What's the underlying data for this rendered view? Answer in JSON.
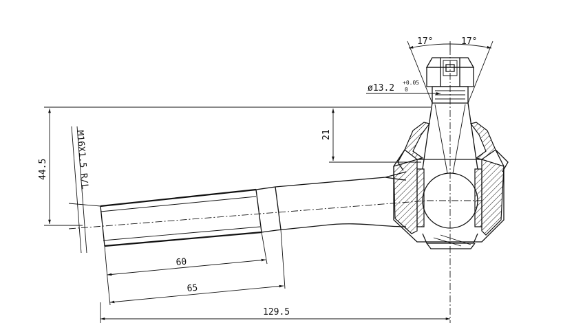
{
  "dimensions": {
    "angle_left": "17°",
    "angle_right": "17°",
    "taper_diameter": "ø13.2",
    "taper_tol_upper": "+0.05",
    "taper_tol_lower": "0",
    "stud_height": "21",
    "overall_height": "44.5",
    "thread_spec": "M16X1.5 R/L",
    "thread_length": "60",
    "shank_length": "65",
    "overall_length": "129.5"
  }
}
